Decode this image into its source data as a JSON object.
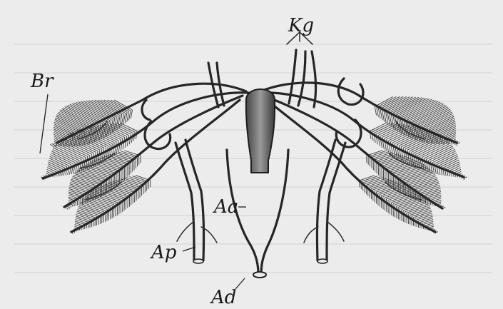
{
  "figure": {
    "labels": {
      "kg": "Kg",
      "br": "Br",
      "aa": "Aa",
      "ap": "Ap",
      "ad": "Ad"
    },
    "colors": {
      "paper": "#ececec",
      "ink": "#262626",
      "heart_fill": "#7a7a7a"
    }
  }
}
